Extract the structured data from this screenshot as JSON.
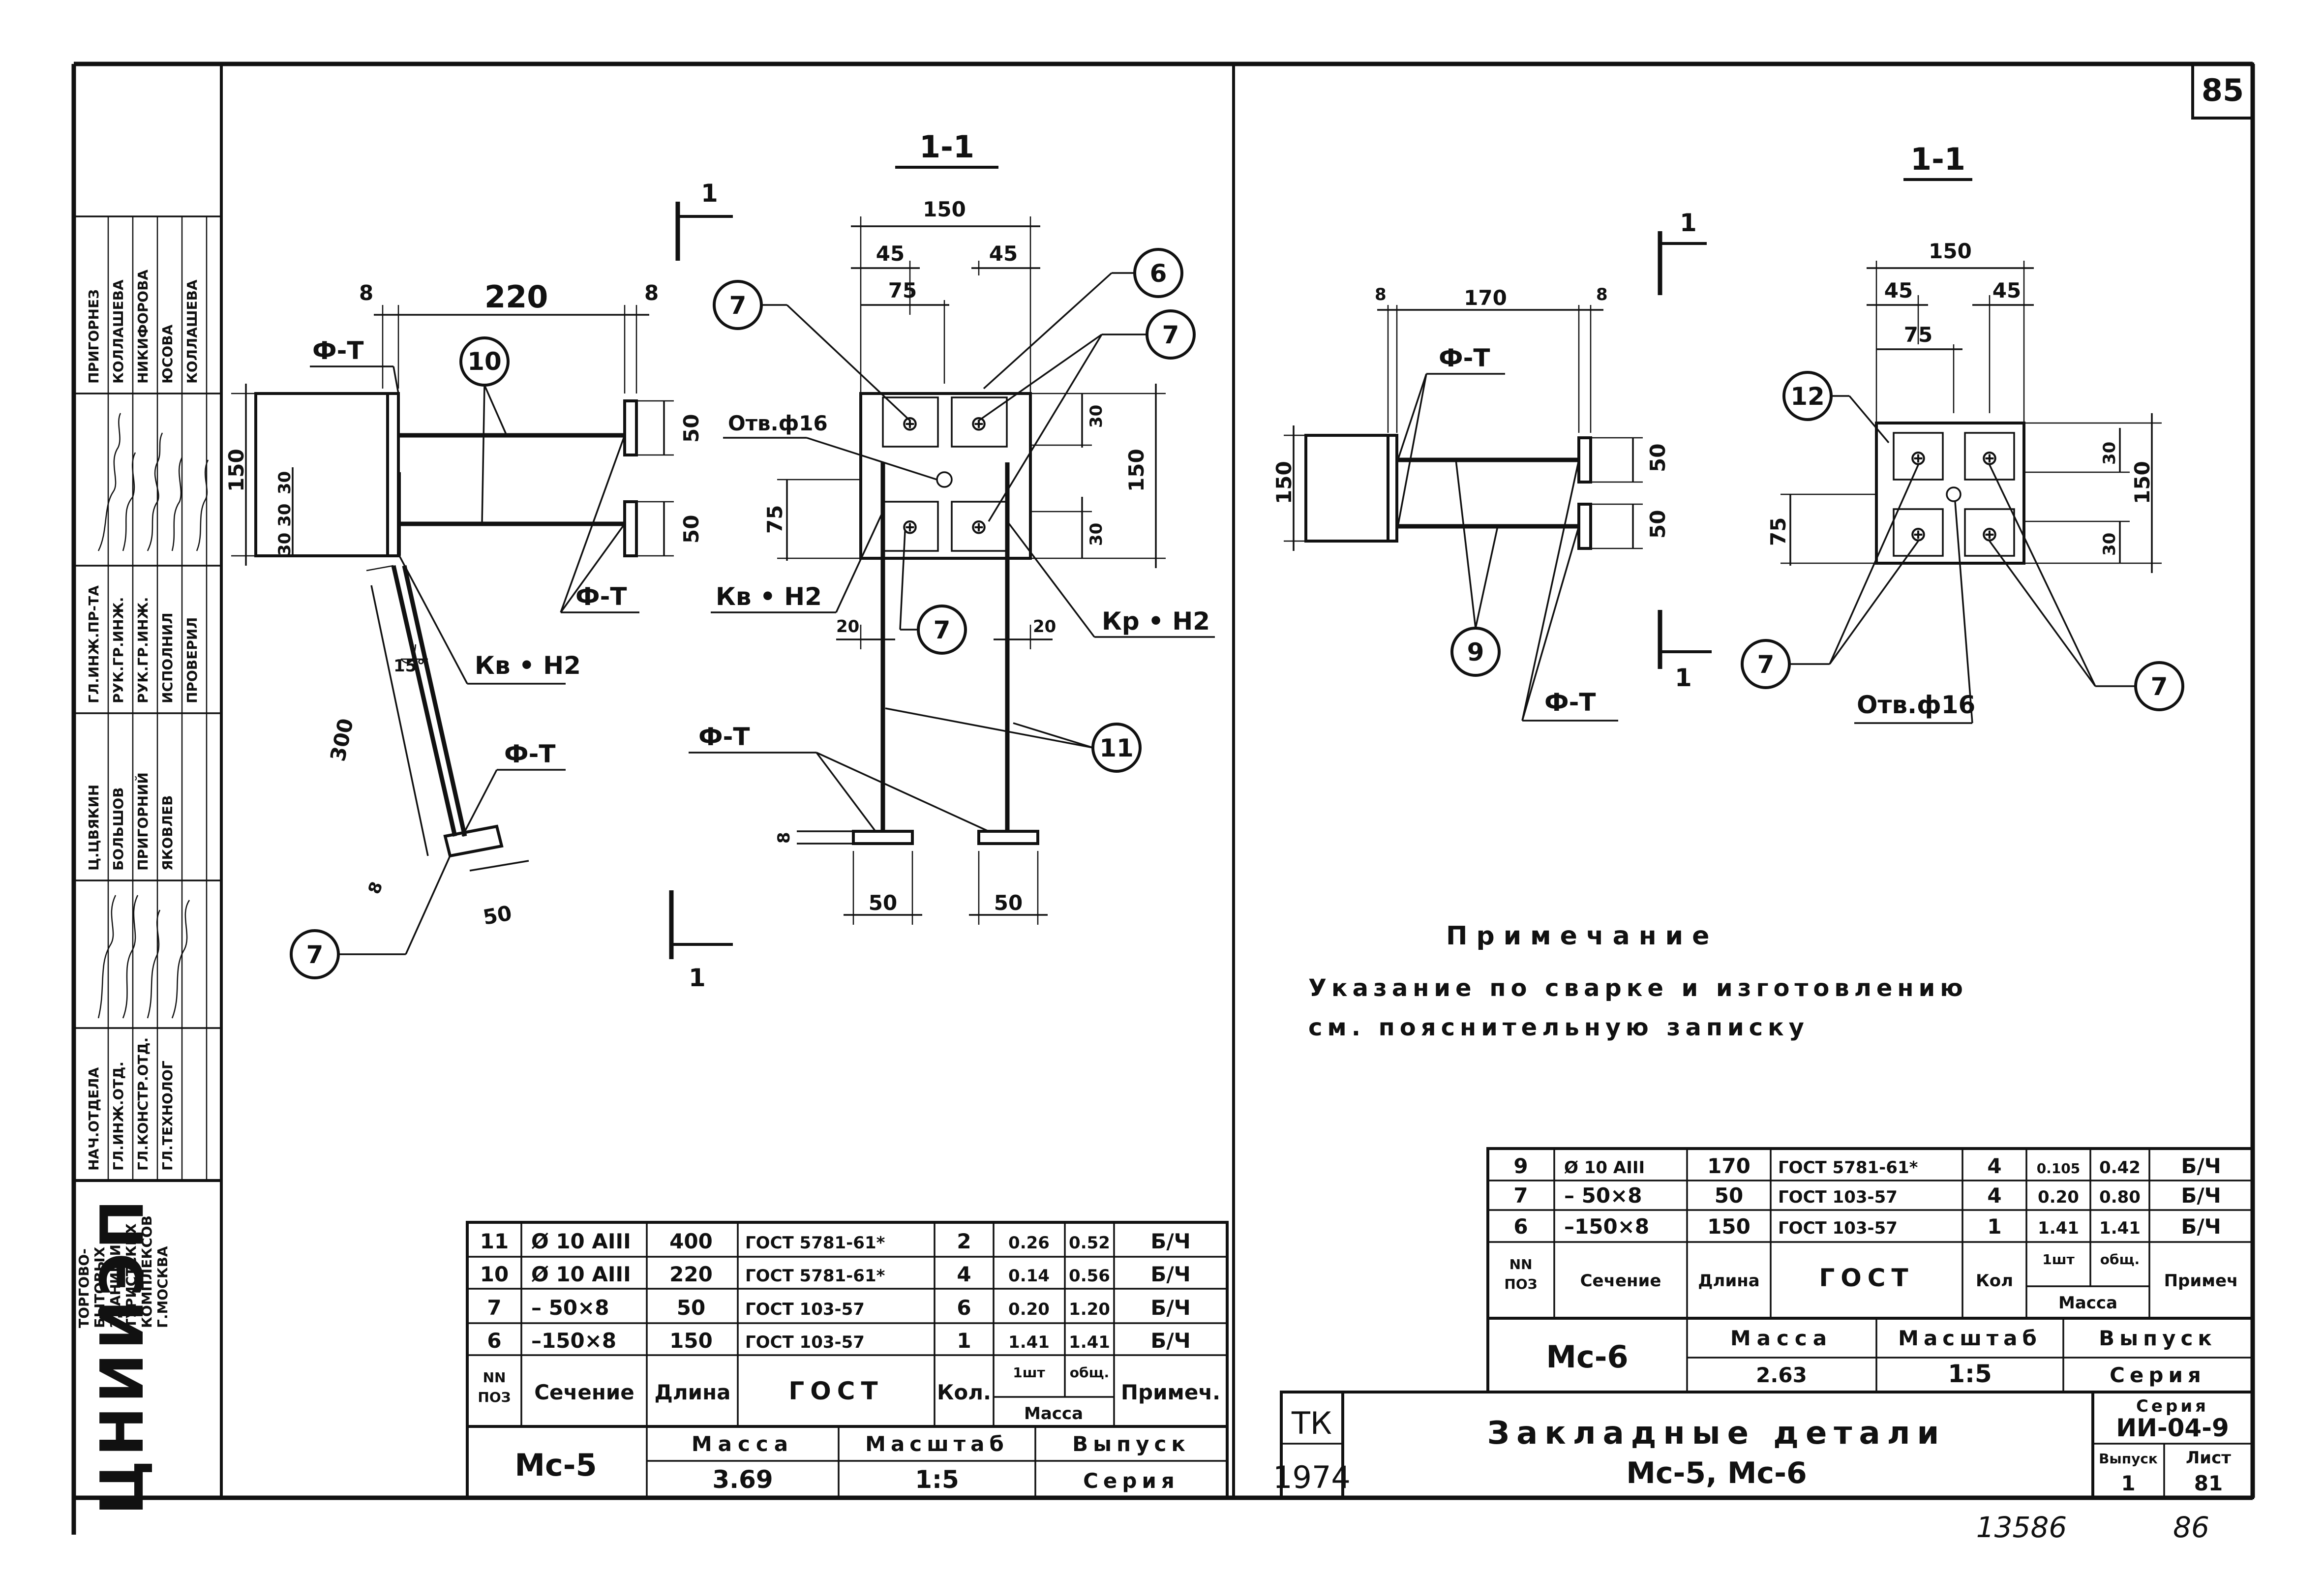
{
  "sheet": {
    "page_number": "85",
    "archive_number": "13586",
    "archive_page": "86"
  },
  "stamp": {
    "org_lines": [
      "ТОРГОВО-",
      "БЫТОВЫХ",
      "ЗДАНИЙ И",
      "ТУРИСТСКИХ",
      "КОМПЛЕКСОВ",
      "Г.МОСКВА"
    ],
    "logo": "ЦНИИЭП",
    "roles": [
      "НАЧ.ОТДЕЛА",
      "ГЛ.ИНЖ.ОТД.",
      "ГЛ.КОНСТР.ОТД.",
      "ГЛ.ТЕХНОЛОГ",
      "ГЛ.ИНЖ.ПР-ТА",
      "РУК.ГР.ИНЖ.",
      "РУК.ГР.ИНЖ.",
      "ИСПОЛНИЛ",
      "ПРОВЕРИЛ"
    ],
    "names": [
      "Ц.ЦВЯКИН",
      "БОЛЬШОВ",
      "ПРИГОРНИЙ",
      "ЯКОВЛЕВ",
      "ПРИГОРНЕЗ",
      "КОЛЛАШЕВА",
      "НИКИФОРОВА",
      "ЮСОВА",
      "КОЛЛАШЕВА"
    ]
  },
  "left_view": {
    "section_label": "1-1",
    "cut_mark": "1",
    "dims": {
      "span": "220",
      "edge_left": "8",
      "edge_right": "8",
      "plate_h": "150",
      "d30a": "30",
      "d30b": "30",
      "d30c": "30 30",
      "stud_h1": "50",
      "stud_h2": "50",
      "diag": "300",
      "angle": "15°",
      "foot_t": "8",
      "foot_w": "50",
      "sec_w": "150",
      "sec_45a": "45",
      "sec_45b": "45",
      "sec_75": "75",
      "sec_h": "150",
      "sec_30a": "30",
      "sec_30b": "30",
      "sec_75v": "75",
      "sec_20a": "20",
      "sec_20b": "20",
      "sec_8": "8",
      "sec_50a": "50",
      "sec_50b": "50"
    },
    "labels": {
      "weld_ft1": "Ф-Т",
      "weld_ft2": "Ф-Т",
      "weld_ft3": "Ф-Т",
      "weld_ft4": "Ф-Т",
      "weld_kv": "Кв • Н2",
      "weld_kv2": "Кв • Н2",
      "weld_kr": "Кр • Н2",
      "hole": "Отв.ф16"
    },
    "positions": {
      "p10": "10",
      "p7a": "7",
      "p7b": "7",
      "p6": "6",
      "p7c": "7",
      "p7d": "7",
      "p11": "11"
    }
  },
  "right_view": {
    "section_label": "1-1",
    "cut_mark": "1",
    "dims": {
      "span": "170",
      "edge_left": "8",
      "edge_right": "8",
      "plate_h": "150",
      "stud_h1": "50",
      "stud_h2": "50",
      "sec_w": "150",
      "sec_45a": "45",
      "sec_45b": "45",
      "sec_75": "75",
      "sec_h": "150",
      "sec_30a": "30",
      "sec_30b": "30",
      "sec_75v": "75"
    },
    "labels": {
      "weld_ft1": "Ф-Т",
      "weld_ft2": "Ф-Т",
      "hole": "Отв.ф16"
    },
    "positions": {
      "p9": "9",
      "p12": "12",
      "p7a": "7",
      "p7b": "7"
    }
  },
  "note": {
    "title": "Примечание",
    "line1": "Указание по сварке и изготовлению",
    "line2": "см. пояснительную записку"
  },
  "table_mc5": {
    "rows": [
      [
        "11",
        "Ø 10 АIII",
        "400",
        "ГОСТ 5781-61*",
        "2",
        "0.26",
        "0.52",
        "Б/Ч"
      ],
      [
        "10",
        "Ø 10 АIII",
        "220",
        "ГОСТ 5781-61*",
        "4",
        "0.14",
        "0.56",
        "Б/Ч"
      ],
      [
        "7",
        "– 50×8",
        "50",
        "ГОСТ 103-57",
        "6",
        "0.20",
        "1.20",
        "Б/Ч"
      ],
      [
        "6",
        "–150×8",
        "150",
        "ГОСТ 103-57",
        "1",
        "1.41",
        "1.41",
        "Б/Ч"
      ]
    ],
    "header": {
      "nn": "NN",
      "poz": "ПОЗ",
      "section": "Сечение",
      "length": "Длина",
      "gost": "ГОСТ",
      "qty": "Кол.",
      "one": "1шт",
      "total": "общ.",
      "mass": "Масса",
      "note": "Примеч."
    },
    "mark": "Мс-5",
    "mass_label": "Масса",
    "mass": "3.69",
    "scale_label": "Масштаб",
    "scale": "1:5",
    "issue_label": "Выпуск",
    "series_label": "Серия"
  },
  "table_mc6": {
    "rows": [
      [
        "9",
        "Ø 10 АIII",
        "170",
        "ГОСТ 5781-61*",
        "4",
        "0.105",
        "0.42",
        "Б/Ч"
      ],
      [
        "7",
        "– 50×8",
        "50",
        "ГОСТ 103-57",
        "4",
        "0.20",
        "0.80",
        "Б/Ч"
      ],
      [
        "6",
        "–150×8",
        "150",
        "ГОСТ 103-57",
        "1",
        "1.41",
        "1.41",
        "Б/Ч"
      ]
    ],
    "header": {
      "nn": "NN",
      "poz": "ПОЗ",
      "section": "Сечение",
      "length": "Длина",
      "gost": "ГОСТ",
      "qty": "Кол",
      "one": "1шт",
      "total": "общ.",
      "mass": "Масса",
      "note": "Примеч"
    },
    "mark": "Мс-6",
    "mass_label": "Масса",
    "mass": "2.63",
    "scale_label": "Масштаб",
    "scale": "1:5",
    "issue_label": "Выпуск",
    "series_label": "Серия"
  },
  "title_block": {
    "tk": "ТК",
    "year": "1974",
    "title_line1": "Закладные детали",
    "title_line2": "Мс-5, Мс-6",
    "series_label": "Серия",
    "series": "ИИ-04-9",
    "issue_label": "Выпуск",
    "issue": "1",
    "sheet_label": "Лист",
    "sheet": "81"
  }
}
